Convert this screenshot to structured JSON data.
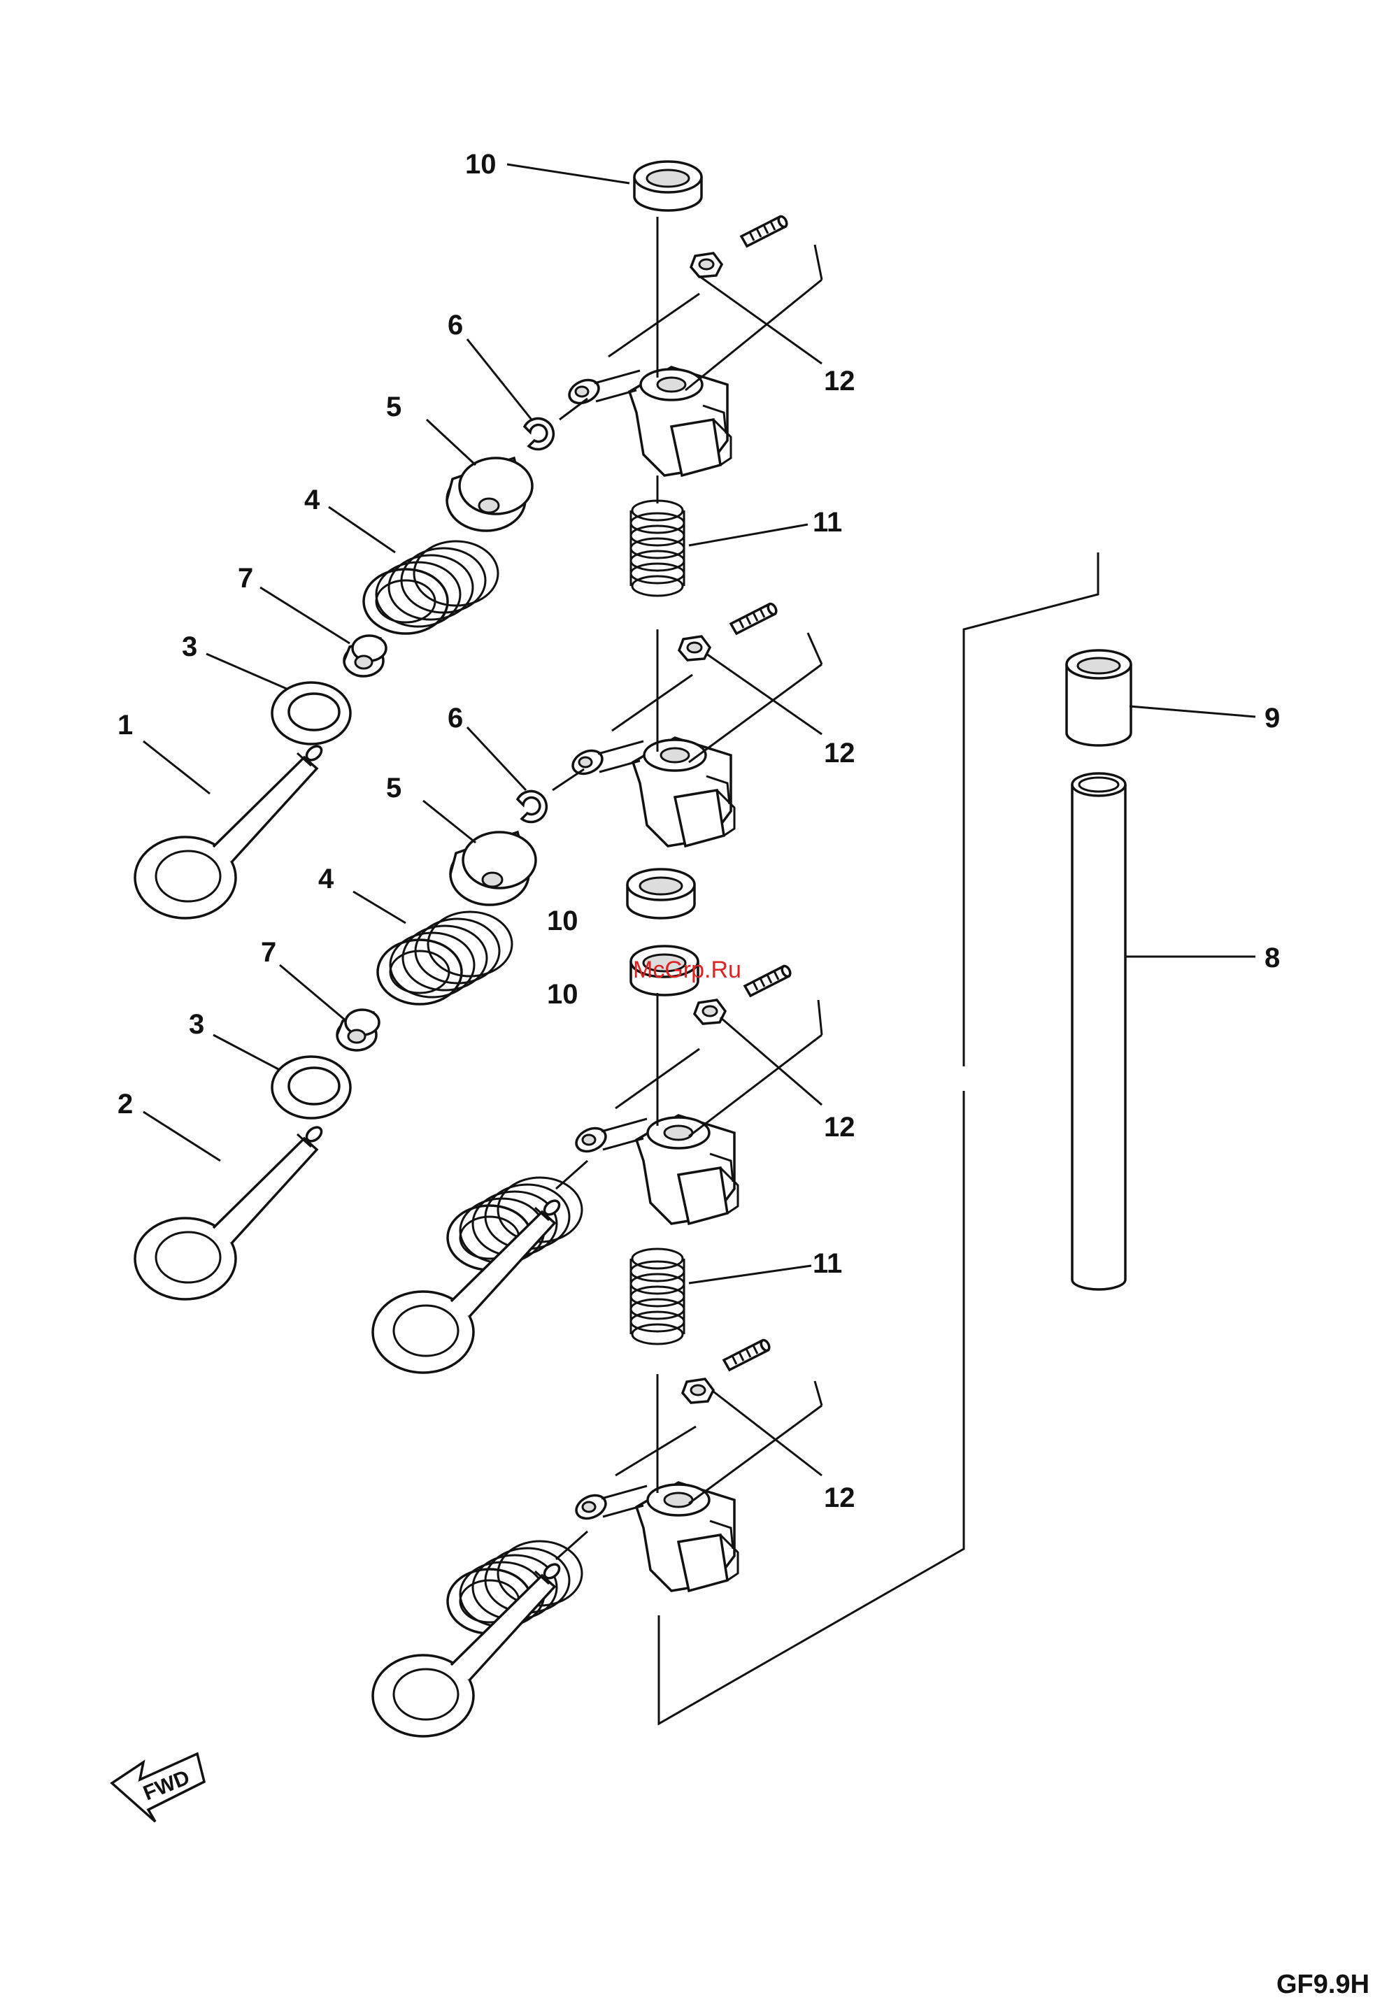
{
  "diagram": {
    "callouts": {
      "c1": "1",
      "c2": "2",
      "c3a": "3",
      "c3b": "3",
      "c4a": "4",
      "c4b": "4",
      "c5a": "5",
      "c5b": "5",
      "c6a": "6",
      "c6b": "6",
      "c7a": "7",
      "c7b": "7",
      "c8": "8",
      "c9": "9",
      "c10a": "10",
      "c10b": "10",
      "c10c": "10",
      "c11a": "11",
      "c11b": "11",
      "c12a": "12",
      "c12b": "12",
      "c12c": "12",
      "c12d": "12"
    },
    "fwd_label": "FWD",
    "watermark": "McGrp.Ru",
    "model_code": "GF9.9H"
  }
}
